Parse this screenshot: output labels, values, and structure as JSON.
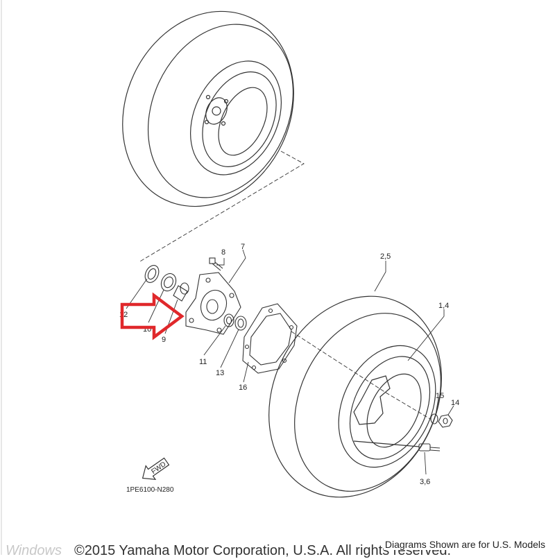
{
  "diagram": {
    "part_code": "1PE6100-N280",
    "fwd_label": "FWD",
    "callouts": {
      "c7": "7",
      "c8": "8",
      "c2_5": "2,5",
      "c1_4": "1,4",
      "c12": "12",
      "c10": "10",
      "c9": "9",
      "c11": "11",
      "c13": "13",
      "c16": "16",
      "c15": "15",
      "c14": "14",
      "c3_6": "3,6"
    },
    "arrow_color": "#e0282b"
  },
  "footer": {
    "watermark": "Windows",
    "copyright": "©2015 Yamaha Motor Corporation, U.S.A. All rights reserved.",
    "note": "Diagrams Shown are for U.S. Models"
  }
}
